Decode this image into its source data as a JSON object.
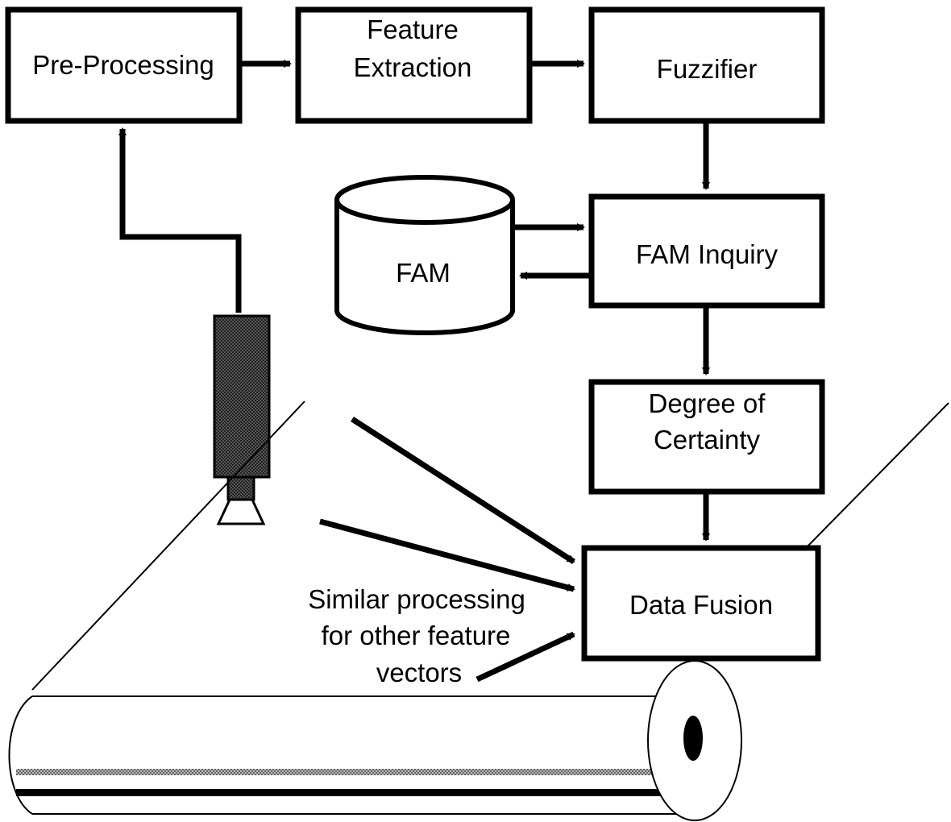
{
  "boxes": {
    "preprocessing": "Pre-Processing",
    "feature_extraction": [
      "Feature",
      "Extraction"
    ],
    "fuzzifier": "Fuzzifier",
    "fam_store": "FAM",
    "fam_inquiry": "FAM Inquiry",
    "degree_of_certainty": [
      "Degree of",
      "Certainty"
    ],
    "data_fusion": "Data Fusion"
  },
  "note": [
    "Similar processing",
    "for other feature",
    "vectors"
  ],
  "colors": {
    "stroke": "#000000",
    "background": "#ffffff",
    "camera_fill": "#3a3a3a",
    "stripe_fill": "#9a9a9a"
  }
}
